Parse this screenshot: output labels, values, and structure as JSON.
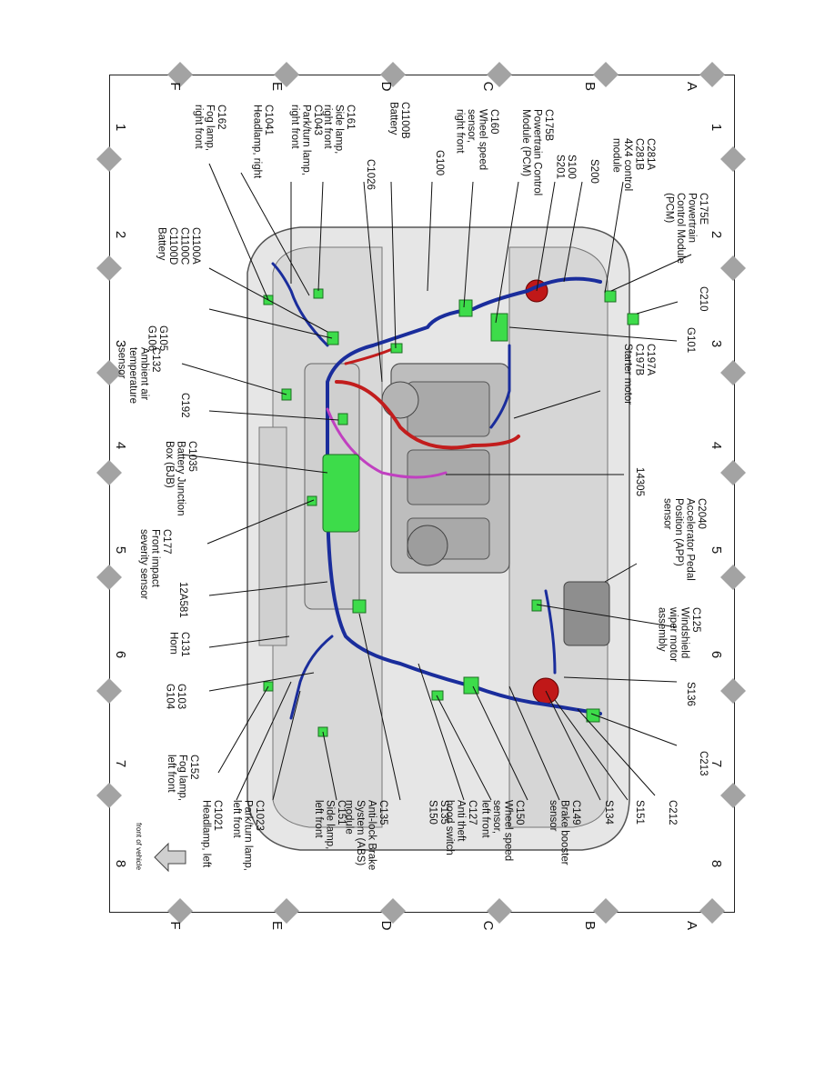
{
  "grid": {
    "columns": [
      "1",
      "2",
      "3",
      "4",
      "5",
      "6",
      "7",
      "8"
    ],
    "rows": [
      "A",
      "B",
      "C",
      "D",
      "E",
      "F"
    ]
  },
  "colors": {
    "harness": "#1a2d9c",
    "battery_cable": "#c21d1d",
    "vacuum_hose": "#c040c0",
    "connector": "#3ddc4a",
    "splice": "#c01818",
    "body": "#e3e3e3",
    "diamond": "#a0a0a0"
  },
  "labels": {
    "c175e": [
      "C175E",
      "Powertrain",
      "Control Module",
      "(PCM)"
    ],
    "c281": [
      "C281A",
      "C281B",
      "4X4 control",
      "module"
    ],
    "s200": [
      "S200"
    ],
    "s100": [
      "S100",
      "S201"
    ],
    "c175b": [
      "C175B",
      "Powertrain Control",
      "Module (PCM)"
    ],
    "c160": [
      "C160",
      "Wheel speed",
      "sensor,",
      "right front"
    ],
    "g100": [
      "G100"
    ],
    "c1100b": [
      "C1100B",
      "Battery"
    ],
    "c1026": [
      "C1026"
    ],
    "c161": [
      "C161",
      "Side lamp,",
      "right front"
    ],
    "c1043": [
      "C1043",
      "Park/turn lamp,",
      "right front"
    ],
    "c1041": [
      "C1041",
      "Headlamp, right"
    ],
    "c162": [
      "C162",
      "Fog lamp,",
      "right front"
    ],
    "c1100a": [
      "C1100A",
      "C1100C",
      "C1100D",
      "Battery"
    ],
    "g105": [
      "G105",
      "G106"
    ],
    "c132": [
      "C132",
      "Ambient air",
      "temperature",
      "sensor"
    ],
    "c192": [
      "C192"
    ],
    "c1035": [
      "C1035",
      "Battery Junction",
      "Box (BJB)"
    ],
    "c177": [
      "C177",
      "Front impact",
      "severity sensor"
    ],
    "c12a581": [
      "12A581"
    ],
    "c131": [
      "C131",
      "Horn"
    ],
    "g103": [
      "G103",
      "G104"
    ],
    "c152": [
      "C152",
      "Fog lamp,",
      "left front"
    ],
    "c1021": [
      "C1021",
      "Headlamp, left"
    ],
    "c1023": [
      "C1023",
      "Park/turn lamp,",
      "left front"
    ],
    "c151": [
      "C151",
      "Side lamp,",
      "left front"
    ],
    "c135": [
      "C135",
      "Anti-lock Brake",
      "System (ABS)",
      "module"
    ],
    "s135": [
      "S135",
      "S150"
    ],
    "c127": [
      "C127",
      "Anti theft",
      "hood switch"
    ],
    "c150": [
      "C150",
      "Wheel speed",
      "sensor,",
      "left front"
    ],
    "c149": [
      "C149",
      "Brake booster",
      "sensor"
    ],
    "s134": [
      "S134"
    ],
    "s151": [
      "S151"
    ],
    "c212": [
      "C212"
    ],
    "c213": [
      "C213"
    ],
    "s136": [
      "S136"
    ],
    "c125": [
      "C125",
      "Windshield",
      "wiper motor",
      "assembly"
    ],
    "c2040": [
      "C2040",
      "Accelerator Pedal",
      "Position (APP)",
      "sensor"
    ],
    "c14305": [
      "14305"
    ],
    "c197": [
      "C197A",
      "C197B",
      "Starter motor"
    ],
    "g101": [
      "G101"
    ],
    "c210": [
      "C210"
    ]
  },
  "front_label": "front of vehicle"
}
